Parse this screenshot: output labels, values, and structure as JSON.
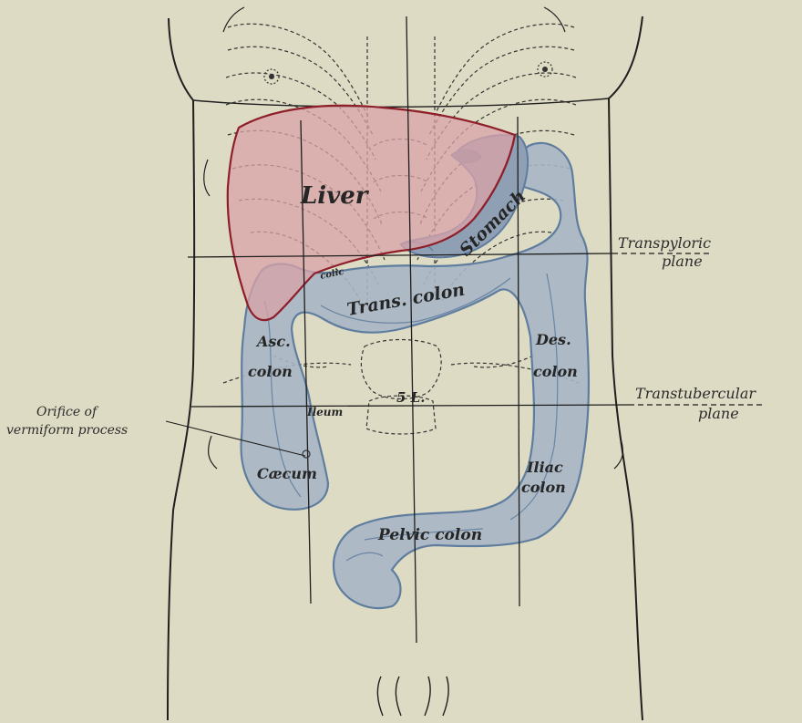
{
  "figure": {
    "labels": {
      "liver": "Liver",
      "stomach": "Stomach",
      "colic": "colic",
      "trans_colon": "Trans. colon",
      "asc": "Asc.",
      "asc_colon": "colon",
      "des": "Des.",
      "des_colon": "colon",
      "ileum": "Ileum",
      "caecum": "Cæcum",
      "iliac": "Iliac",
      "iliac_colon": "colon",
      "pelvic_colon": "Pelvic colon",
      "vertebra": "5 L.",
      "transpyloric_1": "Transpyloric",
      "transpyloric_2": "plane",
      "transtubercular_1": "Transtubercular",
      "transtubercular_2": "plane",
      "orifice_1": "Orifice of",
      "orifice_2": "vermiform process"
    }
  },
  "colors": {
    "background": "#dedbc4",
    "liver_fill": "#d9a3a8",
    "liver_stroke": "#8e1f2a",
    "colon_fill": "#9fb0c2",
    "colon_stroke": "#5f7d9e",
    "line": "#222222"
  }
}
